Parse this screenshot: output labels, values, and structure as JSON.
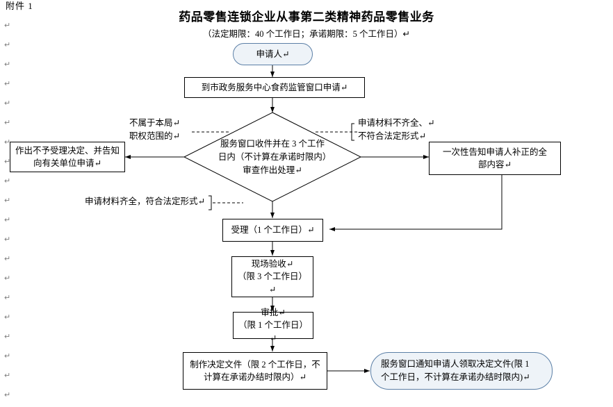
{
  "document": {
    "attachment_label": "附件 1",
    "title": "药品零售连锁企业从事第二类精神药品零售业务",
    "subtitle": "（法定期限：40 个工作日；承诺期限：5 个工作日）",
    "paragraph_mark": "↵"
  },
  "flow": {
    "applicant": "申请人↵",
    "window_apply": "到市政务服务中心食药监管窗口申请↵",
    "decision": "服务窗口收件并在 3 个工作日内（不计算在承诺时限内）审查作出处理↵",
    "branch_left_label": "不属于本局↵\n职权范围的↵",
    "branch_right_label": "申请材料不齐全、↵\n不符合法定形式↵",
    "branch_down_label": "申请材料齐全，符合法定形式↵",
    "left_outcome": "作出不予受理决定、并告知↵\n向有关单位申请↵",
    "right_outcome": "一次性告知申请人补正的全↵\n部内容↵",
    "accept": "受理（1 个工作日）↵",
    "inspect": "现场验收↵\n（限 3 个工作日）↵",
    "approve": "审批↵\n（限 1 个工作日）↵",
    "make_doc": "制作决定文件（限 2 个工作日，不↵\n计算在承诺办结时限内）↵",
    "notify": "服务窗口通知申请人领取决定文件(限 1↵\n个工作日，不计算在承诺办结时限内)↵"
  },
  "colors": {
    "stadium_border": "#5b7fa6",
    "stadium_fill": "#eef3f8",
    "line": "#000000",
    "pilcrow": "#7f7f7f"
  }
}
